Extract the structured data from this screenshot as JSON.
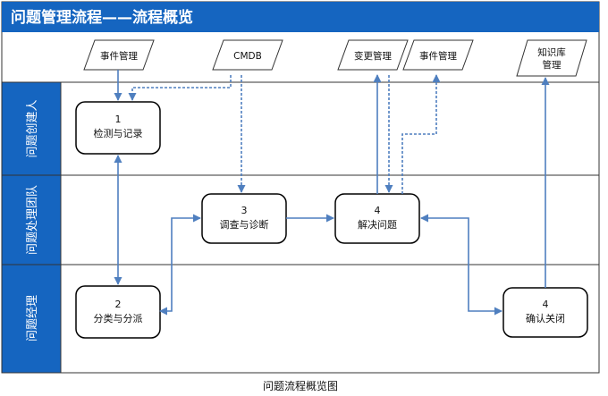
{
  "title": "问题管理流程——流程概览",
  "caption": "问题流程概览图",
  "colors": {
    "header": "#1565c0",
    "lane": "#1565c0",
    "line": "#4f7fbf",
    "border": "#333333"
  },
  "inputs": {
    "event_mgmt_1": "事件管理",
    "cmdb": "CMDB",
    "change_mgmt": "变更管理",
    "event_mgmt_2": "事件管理",
    "knowledge_base": [
      "知识库",
      "管理"
    ]
  },
  "lanes": {
    "creator": "问题创建人",
    "team": "问题处理团队",
    "manager": "问题经理"
  },
  "steps": {
    "detect": {
      "num": "1",
      "label": "检测与记录"
    },
    "classify": {
      "num": "2",
      "label": "分类与分派"
    },
    "investigate": {
      "num": "3",
      "label": "调查与诊断"
    },
    "resolve": {
      "num": "4",
      "label": "解决问题"
    },
    "close": {
      "num": "4",
      "label": "确认关闭"
    }
  }
}
